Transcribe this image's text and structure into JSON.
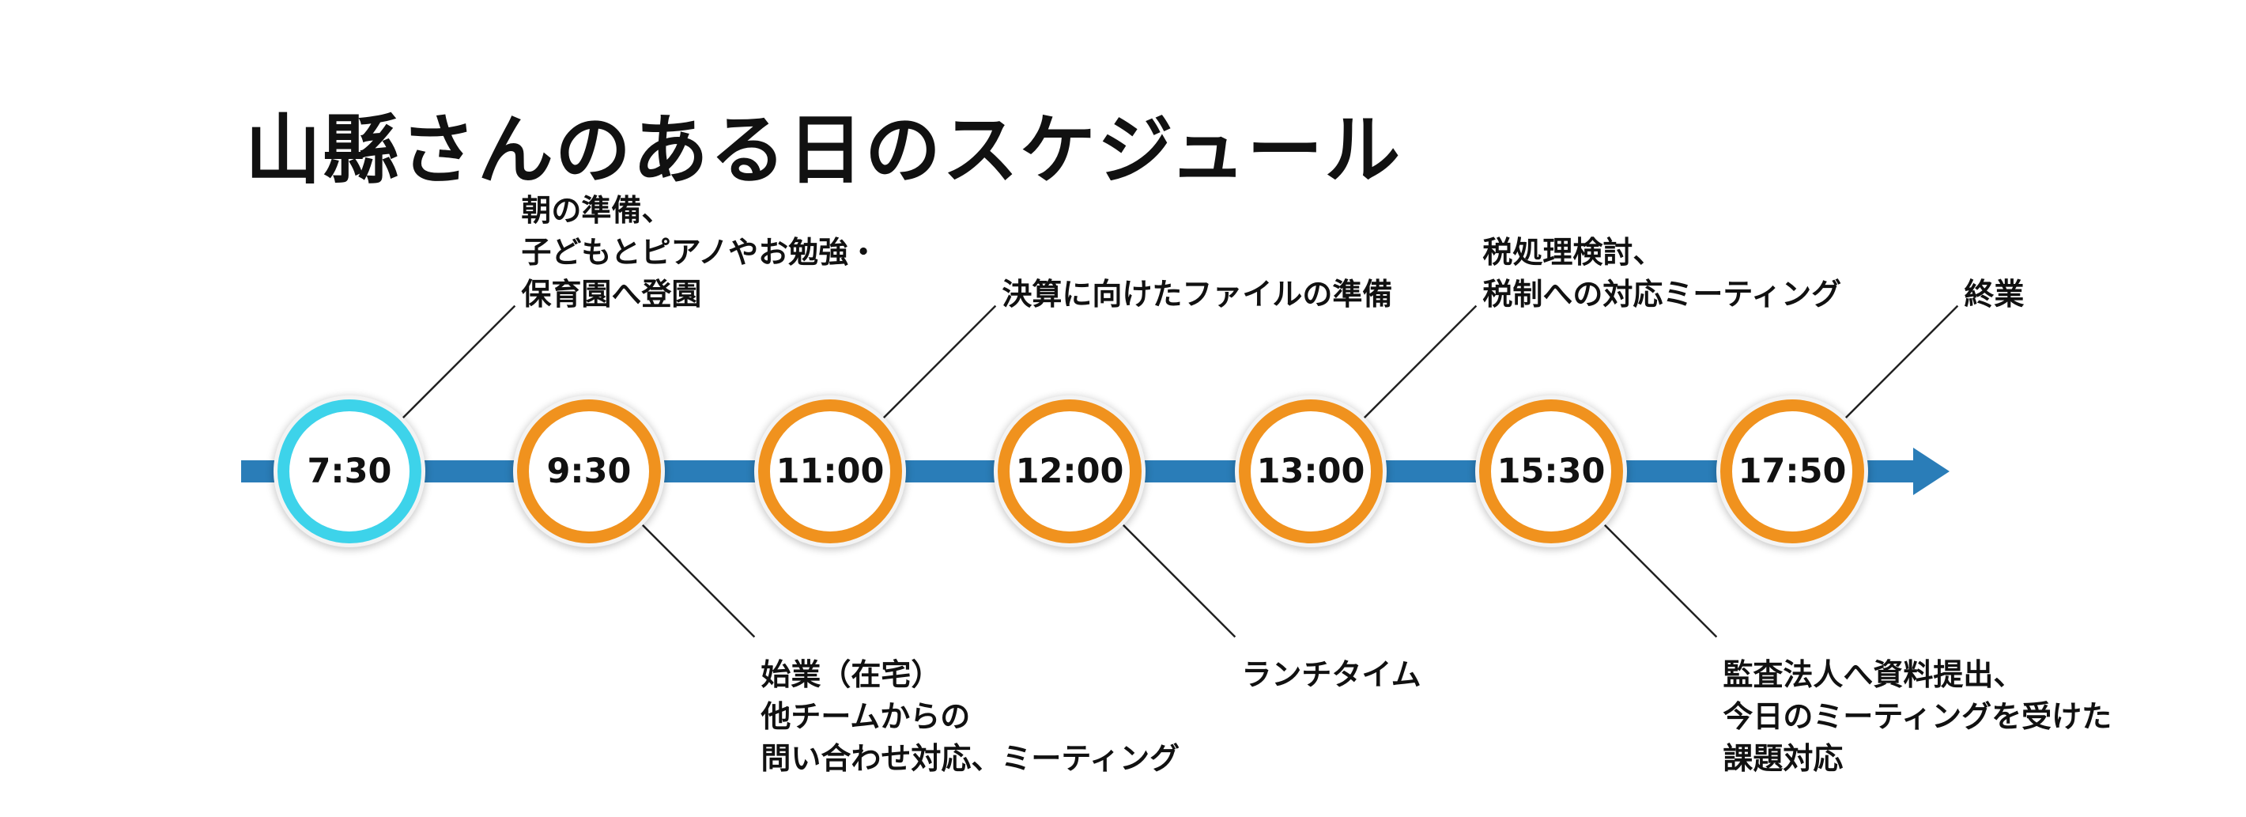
{
  "title": "山縣さんのある日のスケジュール",
  "colors": {
    "timeline": "#2a7db8",
    "node_first": "#3dd3ea",
    "node": "#f0921e",
    "text": "#111111"
  },
  "events": [
    {
      "time": "7:30",
      "ring": "cyan",
      "position": "above",
      "lines": [
        "朝の準備、",
        "子どもとピアノやお勉強・",
        "保育園へ登園"
      ]
    },
    {
      "time": "9:30",
      "ring": "orange",
      "position": "below",
      "lines": [
        "始業（在宅）",
        "他チームからの",
        "問い合わせ対応、ミーティング"
      ]
    },
    {
      "time": "11:00",
      "ring": "orange",
      "position": "above",
      "lines": [
        "決算に向けたファイルの準備"
      ]
    },
    {
      "time": "12:00",
      "ring": "orange",
      "position": "below",
      "lines": [
        "ランチタイム"
      ]
    },
    {
      "time": "13:00",
      "ring": "orange",
      "position": "above",
      "lines": [
        "税処理検討、",
        "税制への対応ミーティング"
      ]
    },
    {
      "time": "15:30",
      "ring": "orange",
      "position": "below",
      "lines": [
        "監査法人へ資料提出、",
        "今日のミーティングを受けた",
        "課題対応"
      ]
    },
    {
      "time": "17:50",
      "ring": "orange",
      "position": "above",
      "lines": [
        "終業"
      ]
    }
  ]
}
